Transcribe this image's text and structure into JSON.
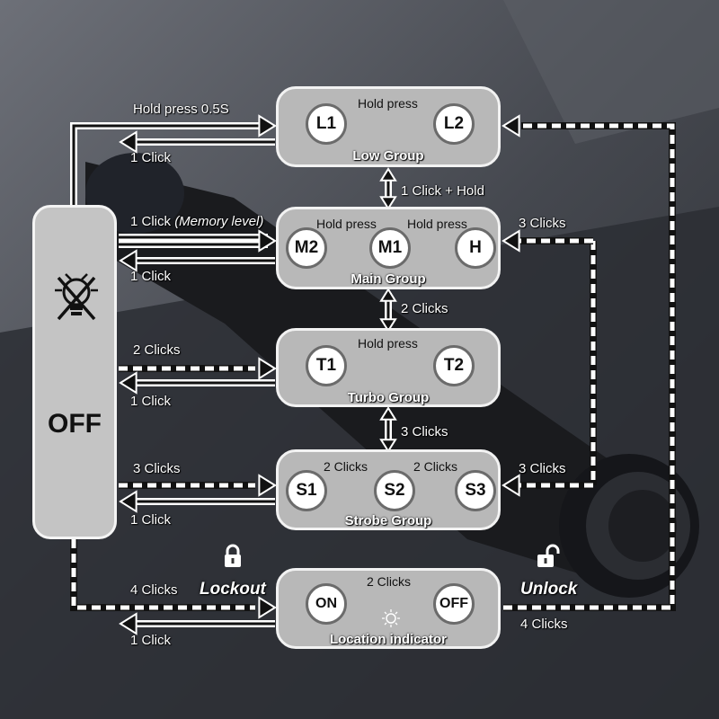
{
  "off_panel": {
    "label": "OFF",
    "icon": "crossed-out-bulb-icon"
  },
  "groups": {
    "low": {
      "label": "Low Group",
      "modes": [
        "L1",
        "L2"
      ],
      "inner": "Hold press"
    },
    "main": {
      "label": "Main Group",
      "modes": [
        "M2",
        "M1",
        "H"
      ],
      "inner_1": "Hold press",
      "inner_2": "Hold press"
    },
    "turbo": {
      "label": "Turbo Group",
      "modes": [
        "T1",
        "T2"
      ],
      "inner": "Hold press"
    },
    "strobe": {
      "label": "Strobe Group",
      "modes": [
        "S1",
        "S2",
        "S3"
      ],
      "inner_1": "2 Clicks",
      "inner_2": "2 Clicks"
    },
    "location": {
      "label": "Location indicator",
      "modes": [
        "ON",
        "OFF"
      ],
      "inner": "2 Clicks",
      "icon": "sun-icon"
    }
  },
  "labels": {
    "low_in": "Hold press 0.5S",
    "low_out": "1 Click",
    "low_main": "1 Click + Hold",
    "main_in": "1 Click",
    "main_in_note": "(Memory level)",
    "main_out": "1 Click",
    "main_turbo": "2 Clicks",
    "turbo_in": "2 Clicks",
    "turbo_out": "1 Click",
    "turbo_strobe": "3 Clicks",
    "strobe_in": "3 Clicks",
    "strobe_out": "1 Click",
    "main_h_right": "3 Clicks",
    "strobe_right": "3 Clicks",
    "lock_in": "4 Clicks",
    "lock_out": "1 Click",
    "lockout": "Lockout",
    "unlock": "Unlock",
    "unlock_clicks": "4 Clicks"
  },
  "colors": {
    "box_fill": "#b8b8b8",
    "box_border": "#f2f2f2",
    "arrow_white": "#ffffff",
    "arrow_dark": "#111111",
    "inner_arrow": "#707070",
    "background": "#3a3d44"
  }
}
